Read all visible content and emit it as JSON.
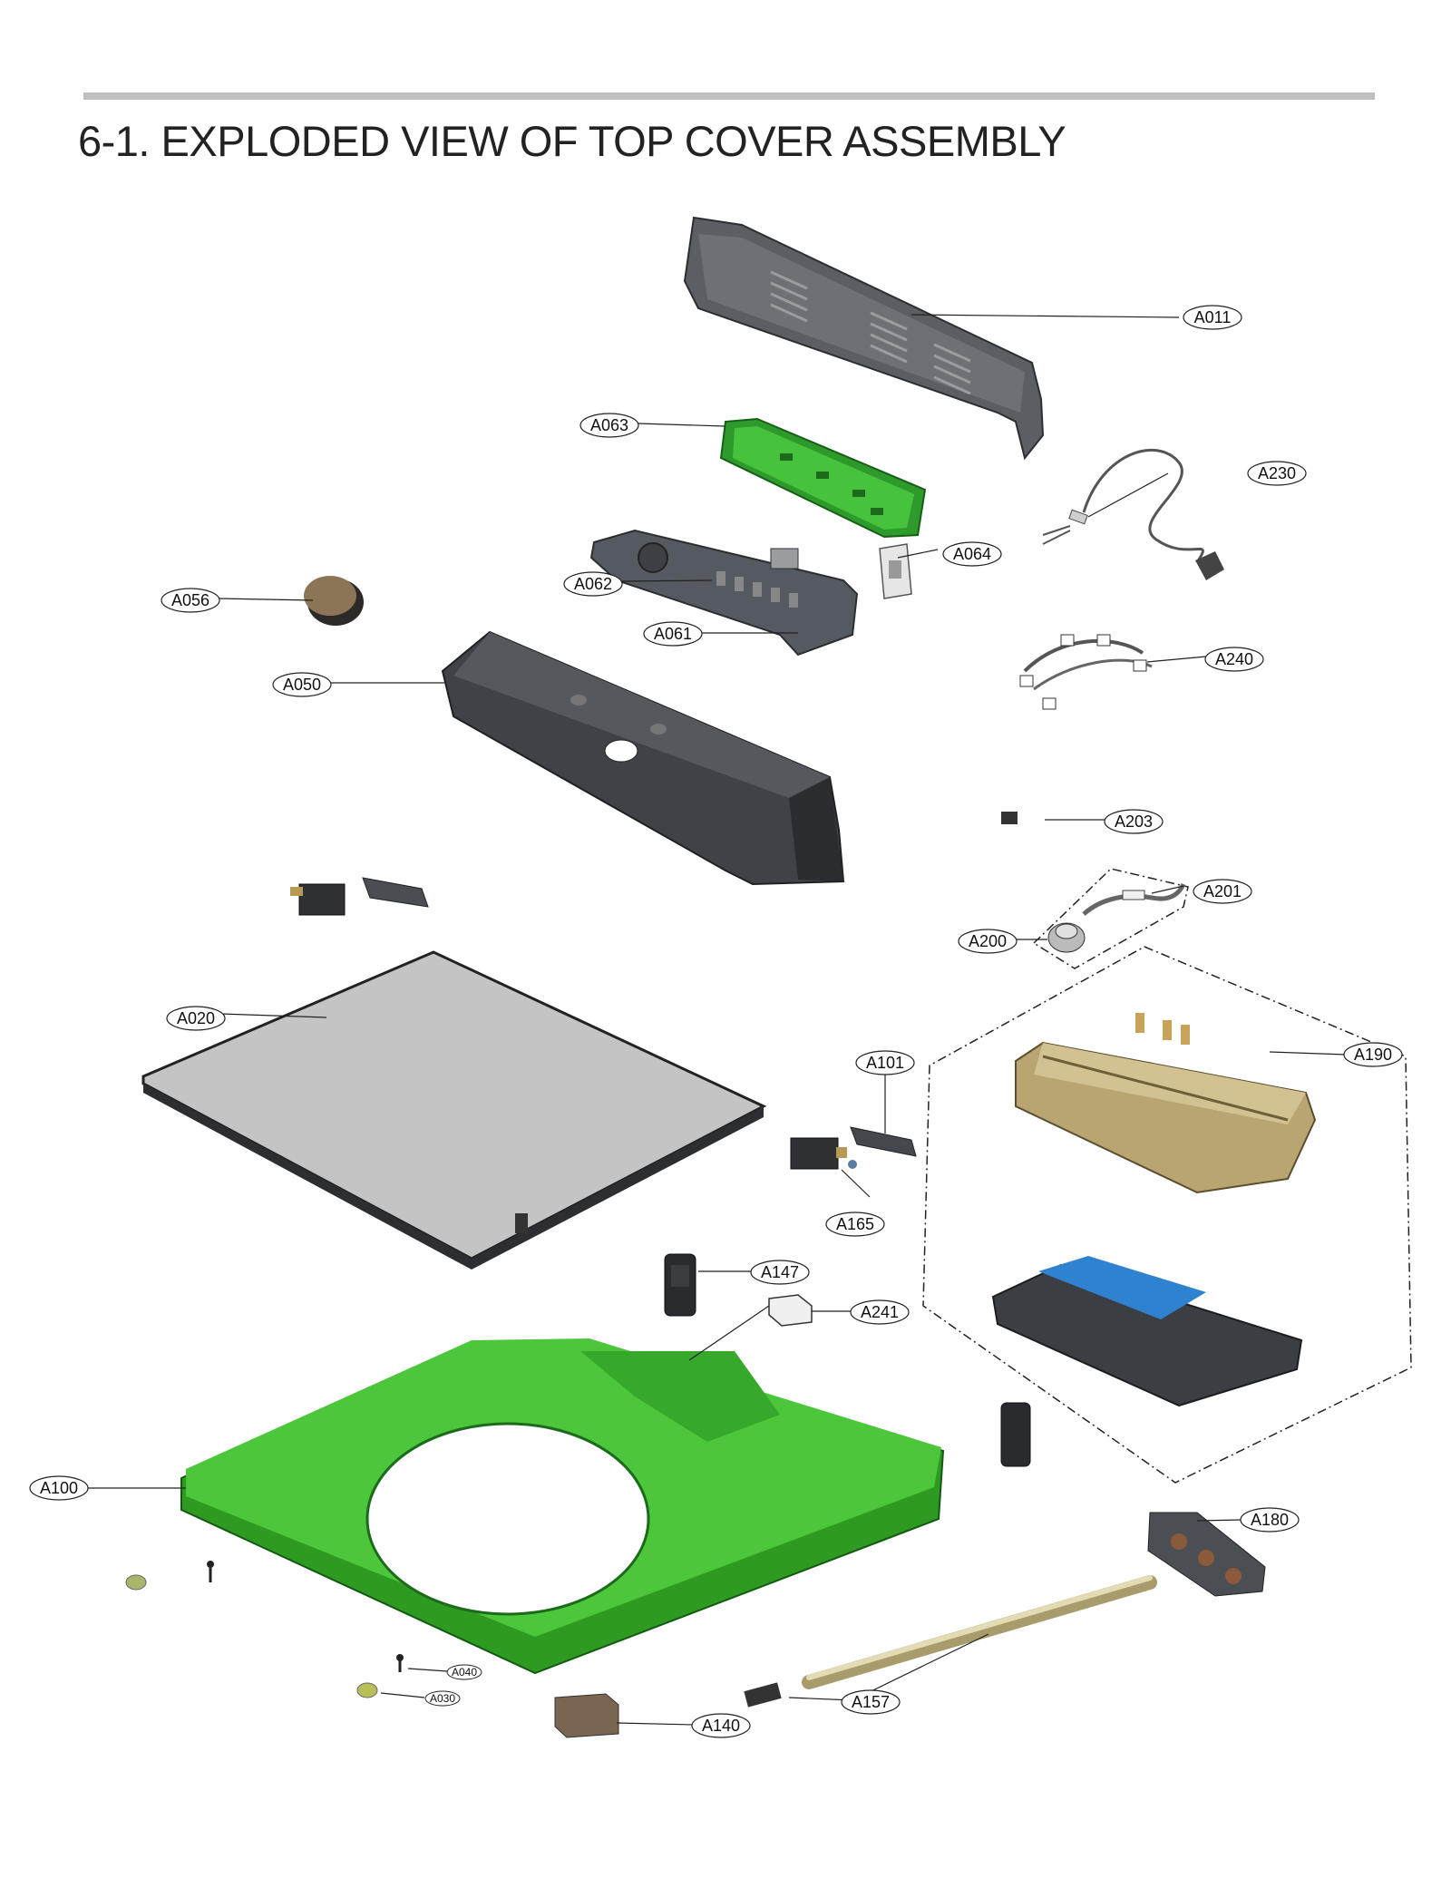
{
  "title": "6-1. EXPLODED VIEW OF TOP COVER ASSEMBLY",
  "colors": {
    "accent_green": "#3fb81f",
    "panel_dark": "#4a4d52",
    "lid_gray": "#c4c4c4",
    "dispenser_tan": "#c7b27a",
    "tray_blue": "#2f82d0"
  },
  "labels": {
    "A011": "A011",
    "A063": "A063",
    "A230": "A230",
    "A064": "A064",
    "A062": "A062",
    "A061": "A061",
    "A056": "A056",
    "A050": "A050",
    "A240": "A240",
    "A203": "A203",
    "A201": "A201",
    "A200": "A200",
    "A020": "A020",
    "A101": "A101",
    "A190": "A190",
    "A165": "A165",
    "A147": "A147",
    "A241": "A241",
    "A100": "A100",
    "A180": "A180",
    "A040": "A040",
    "A030": "A030",
    "A157": "A157",
    "A140": "A140"
  }
}
